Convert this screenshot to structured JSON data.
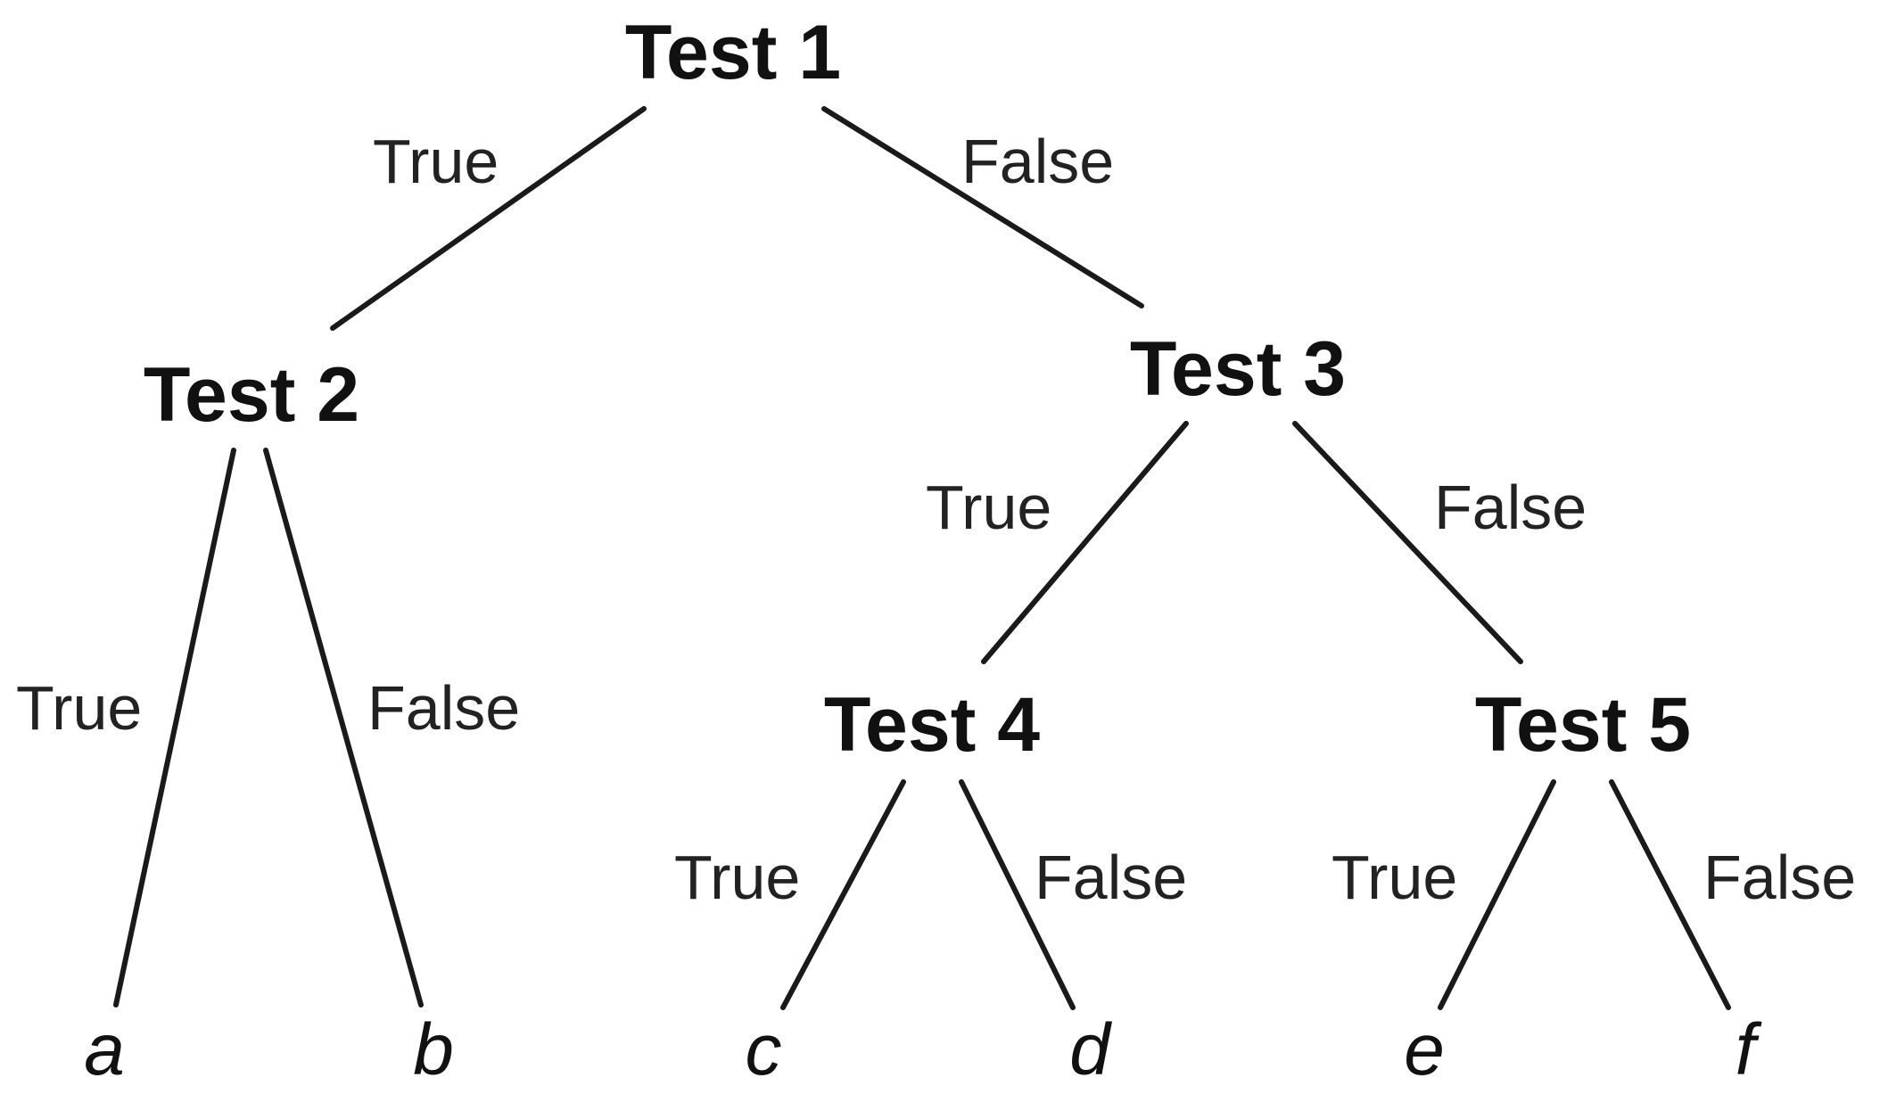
{
  "nodes": {
    "test1": "Test 1",
    "test2": "Test 2",
    "test3": "Test 3",
    "test4": "Test 4",
    "test5": "Test 5"
  },
  "leaves": {
    "a": "a",
    "b": "b",
    "c": "c",
    "d": "d",
    "e": "e",
    "f": "f"
  },
  "edges": {
    "test1_true": "True",
    "test1_false": "False",
    "test2_true": "True",
    "test2_false": "False",
    "test3_true": "True",
    "test3_false": "False",
    "test4_true": "True",
    "test4_false": "False",
    "test5_true": "True",
    "test5_false": "False"
  }
}
